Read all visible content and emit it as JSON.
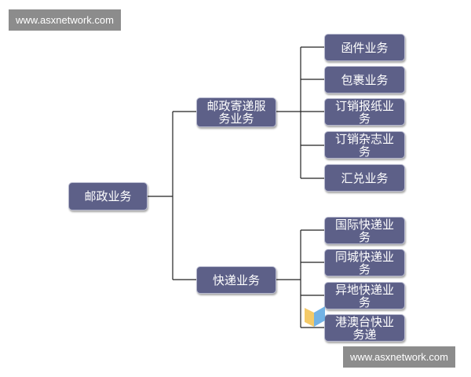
{
  "watermark_top": "www.asxnetwork.com",
  "watermark_bottom": "www.asxnetwork.com",
  "root": {
    "label": "邮政业务"
  },
  "branches": [
    {
      "label": "邮政寄递服务业务",
      "children": [
        "函件业务",
        "包裹业务",
        "订销报纸业务",
        "订销杂志业务",
        "汇兑业务"
      ]
    },
    {
      "label": "快递业务",
      "children": [
        "国际快递业务",
        "同城快递业务",
        "异地快递业务",
        "港澳台快业务递"
      ]
    }
  ],
  "colors": {
    "node_fill": "#5d6088",
    "connector": "#222222",
    "watermark_bg": "#8c8c8c"
  }
}
